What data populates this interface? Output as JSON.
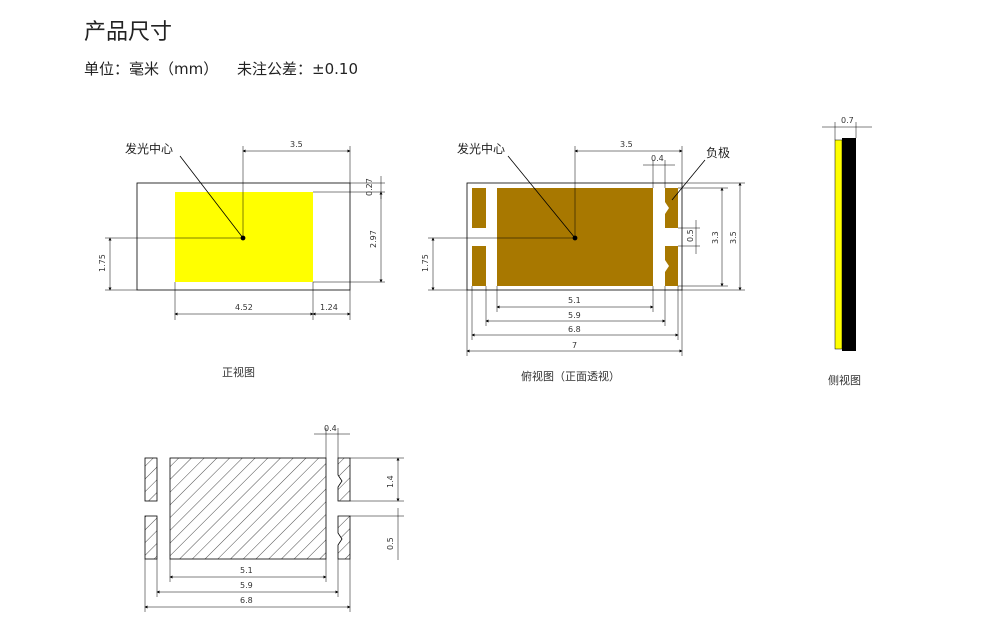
{
  "header": {
    "title": "产品尺寸",
    "unit_text": "单位：毫米（mm）",
    "tolerance_text": "未注公差：±0.10"
  },
  "views": {
    "front": {
      "caption": "正视图",
      "emission_center": "发光中心",
      "dims": {
        "top": "3.5",
        "right_small": "0.27",
        "right_big": "2.97",
        "left": "1.75",
        "bottom_a": "4.52",
        "bottom_b": "1.24"
      }
    },
    "top": {
      "caption": "俯视图（正面透视）",
      "emission_center": "发光中心",
      "cathode": "负极",
      "dims": {
        "top": "3.5",
        "gap": "0.4",
        "notch": "0.5",
        "inner_h": "3.3",
        "outer_h": "3.5",
        "left": "1.75",
        "w1": "5.1",
        "w2": "5.9",
        "w3": "6.8",
        "w4": "7"
      }
    },
    "side": {
      "caption": "侧视图",
      "dims": {
        "thickness": "0.7"
      }
    },
    "pad": {
      "dims": {
        "gap": "0.4",
        "pad_h": "1.4",
        "slot": "0.5",
        "w1": "5.1",
        "w2": "5.9",
        "w3": "6.8"
      }
    }
  },
  "colors": {
    "emitter": "#FFFF00",
    "copper": "#A87800",
    "line": "#000000"
  }
}
